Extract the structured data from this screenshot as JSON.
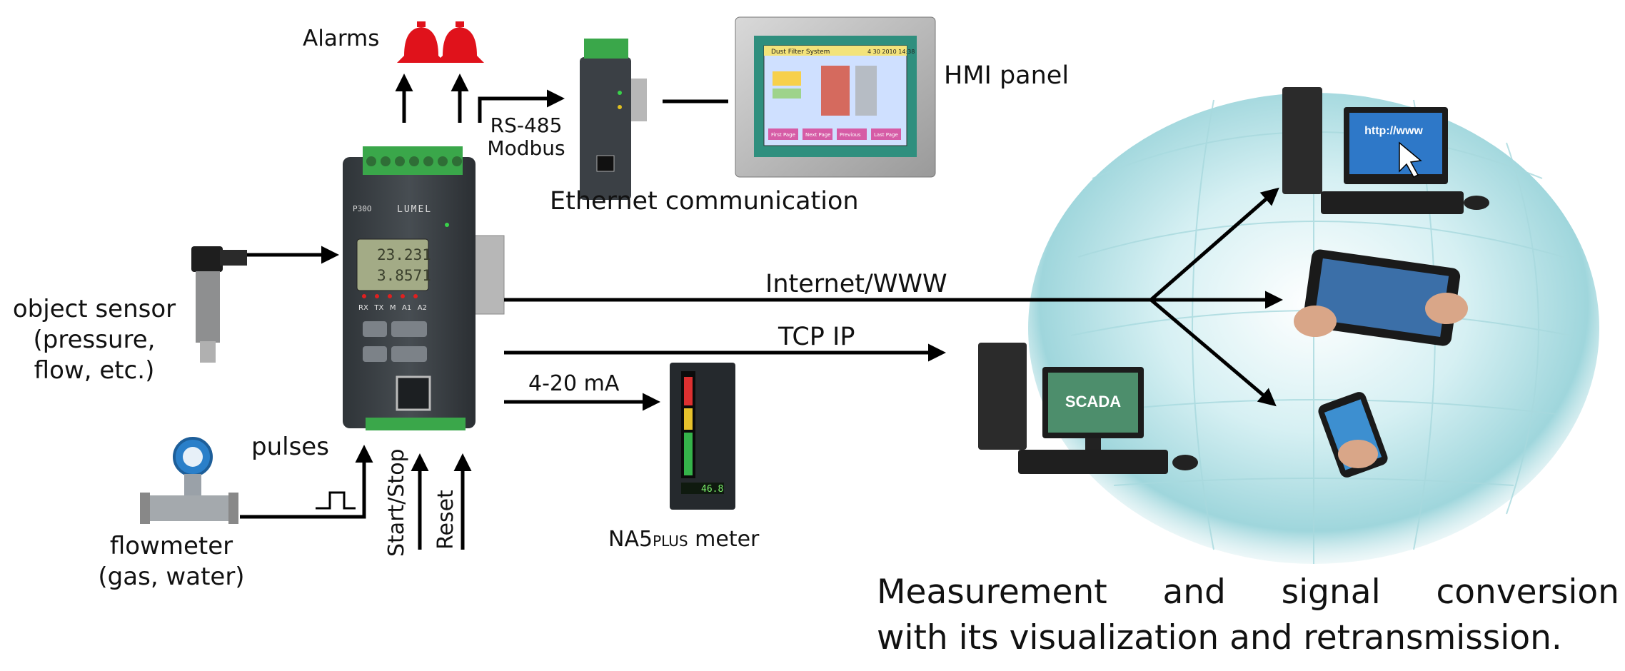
{
  "labels": {
    "alarms": "Alarms",
    "rs485_line1": "RS-485",
    "rs485_line2": "Modbus",
    "ethernet": "Ethernet communication",
    "hmi_panel": "HMI panel",
    "object_sensor_line1": "object sensor",
    "object_sensor_line2": "(pressure,",
    "object_sensor_line3": "flow, etc.)",
    "pulses": "pulses",
    "flowmeter_line1": "flowmeter",
    "flowmeter_line2": "(gas, water)",
    "start_stop": "Start/Stop",
    "reset": "Reset",
    "internet": "Internet/WWW",
    "tcp_ip": "TCP IP",
    "current_loop": "4-20 mA",
    "na5_main": "NA5",
    "na5_plus": "PLUS",
    "na5_suffix": " meter",
    "caption_line1_words": [
      "Measurement",
      "and",
      "signal",
      "conversion"
    ],
    "caption_line2": "with its visualization and retransmission."
  },
  "device": {
    "model": "P30O",
    "brand": "LUMEL",
    "display_line1": "23.231",
    "display_line2": "3.8571",
    "leds": [
      "RX",
      "TX",
      "M",
      "A1",
      "A2"
    ]
  },
  "hmi_screen": {
    "title": "Dust Filter System",
    "date": "4 30 2010 14:38",
    "buttons": [
      "First Page",
      "Next Page",
      "Previous",
      "Last Page"
    ]
  },
  "computer_screen_text": "http://www",
  "scada_text": "SCADA",
  "na5_display_value": "46.8",
  "colors": {
    "arrow": "#000000",
    "alarm_red": "#e0121b",
    "terminal_green": "#3aa74a",
    "device_body": "#3c4145"
  }
}
